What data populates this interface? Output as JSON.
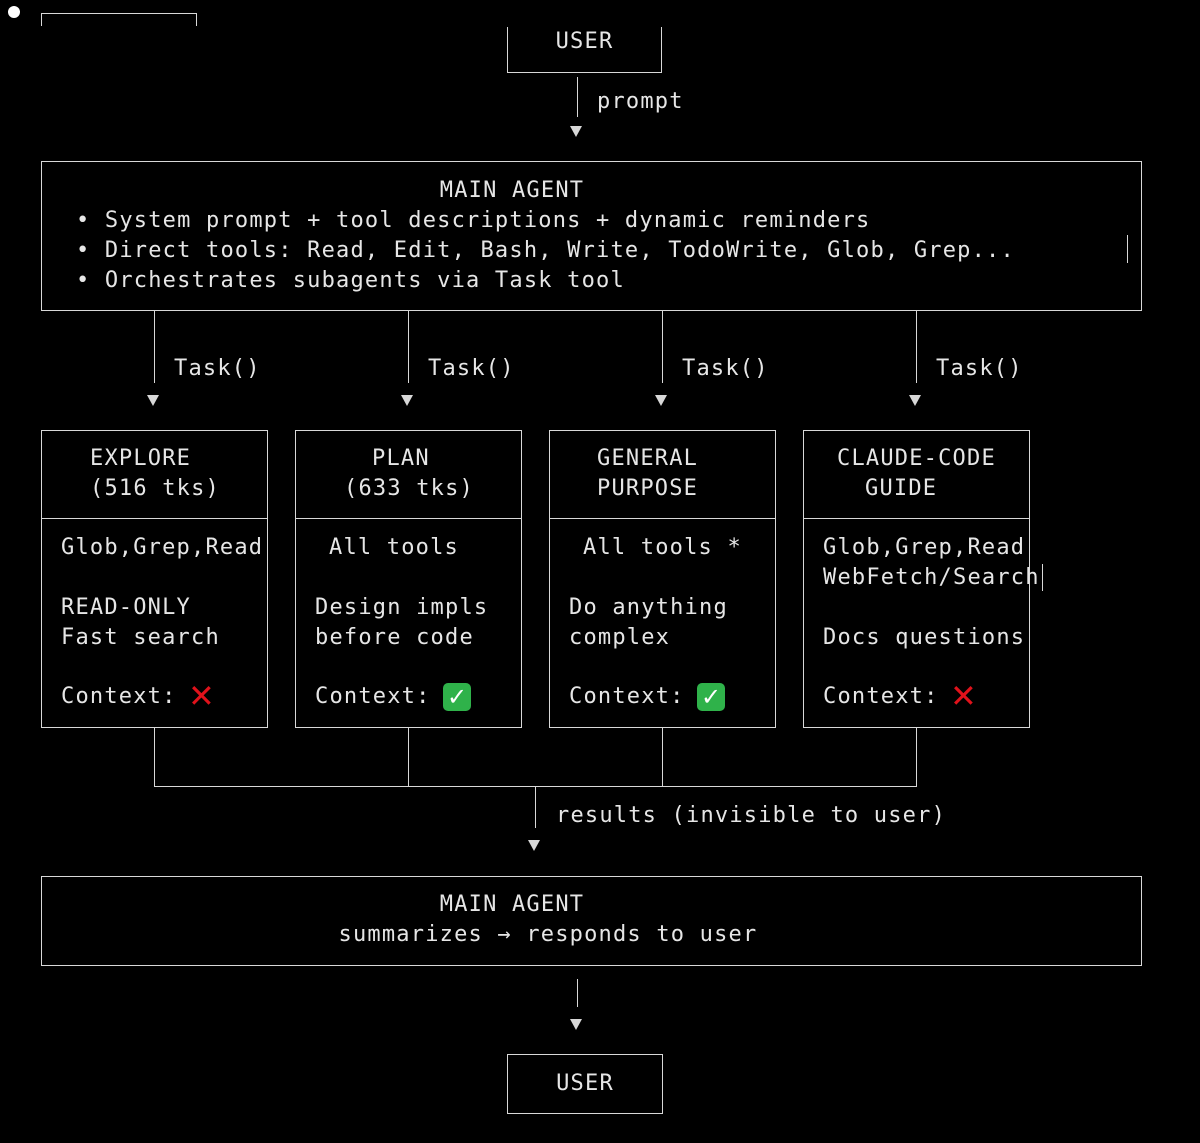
{
  "top_user": {
    "label": "USER"
  },
  "prompt_label": "prompt",
  "main_agent": {
    "title": "MAIN AGENT",
    "bullet_char": "•",
    "bullets": [
      "System prompt + tool descriptions + dynamic reminders",
      "Direct tools: Read, Edit, Bash, Write, TodoWrite, Glob, Grep...",
      "Orchestrates subagents via Task tool"
    ]
  },
  "task_label": "Task()",
  "subagents": [
    {
      "title_line1": "EXPLORE",
      "title_line2": "(516 tks)",
      "tools_line1": "Glob,Grep,Read",
      "tools_line2": "",
      "desc_line1": "READ-ONLY",
      "desc_line2": "Fast search",
      "context_label": "Context:",
      "context": "no"
    },
    {
      "title_line1": "PLAN",
      "title_line2": "(633 tks)",
      "tools_line1": "All tools",
      "tools_line2": "",
      "desc_line1": "Design impls",
      "desc_line2": "before code",
      "context_label": "Context:",
      "context": "yes"
    },
    {
      "title_line1": "GENERAL",
      "title_line2": "PURPOSE",
      "tools_line1": "All tools *",
      "tools_line2": "",
      "desc_line1": "Do anything",
      "desc_line2": "complex",
      "context_label": "Context:",
      "context": "yes"
    },
    {
      "title_line1": "CLAUDE-CODE",
      "title_line2": "GUIDE",
      "tools_line1": "Glob,Grep,Read",
      "tools_line2": "WebFetch/Search",
      "desc_line1": "Docs questions",
      "desc_line2": "",
      "context_label": "Context:",
      "context": "no"
    }
  ],
  "icons": {
    "yes": "check-mark-icon",
    "no": "cross-mark-icon",
    "yes_color": "#2fb24a",
    "no_color": "#e0121b"
  },
  "results_label": "results (invisible to user)",
  "final_agent": {
    "title": "MAIN AGENT",
    "subtitle": "summarizes → responds to user"
  },
  "bottom_user": {
    "label": "USER"
  }
}
